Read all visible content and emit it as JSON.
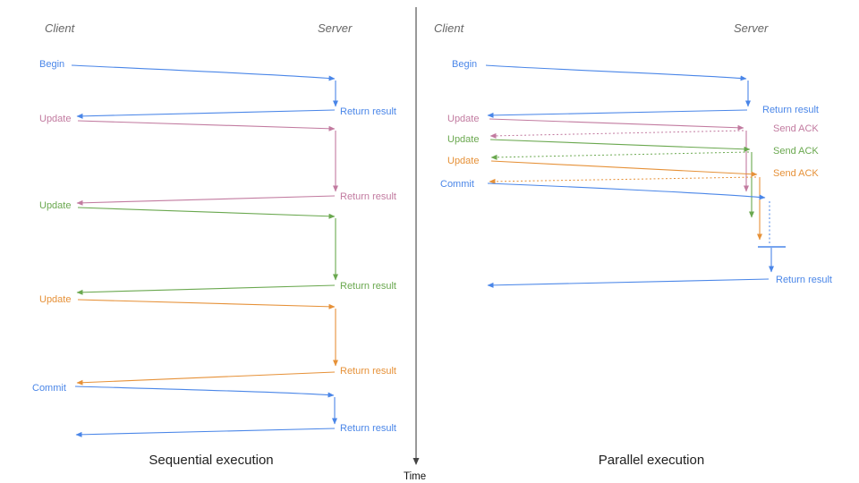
{
  "colors": {
    "blue": "#4a86e8",
    "magenta": "#c27ba0",
    "green": "#6aa84f",
    "orange": "#e69138",
    "axis": "#444444",
    "heading": "#666666",
    "title": "#212121"
  },
  "time_axis": {
    "label": "Time"
  },
  "panels": {
    "sequential": {
      "title": "Sequential execution",
      "client_label": "Client",
      "server_label": "Server",
      "msg": {
        "begin": "Begin",
        "return1": "Return result",
        "update1": "Update",
        "return2": "Return result",
        "update2": "Update",
        "return3": "Return result",
        "update3": "Update",
        "return4": "Return result",
        "commit": "Commit",
        "return5": "Return result"
      }
    },
    "parallel": {
      "title": "Parallel execution",
      "client_label": "Client",
      "server_label": "Server",
      "msg": {
        "begin": "Begin",
        "return1": "Return result",
        "update1": "Update",
        "ack1": "Send ACK",
        "update2": "Update",
        "ack2": "Send ACK",
        "update3": "Update",
        "ack3": "Send ACK",
        "commit": "Commit",
        "return2": "Return result"
      }
    }
  }
}
